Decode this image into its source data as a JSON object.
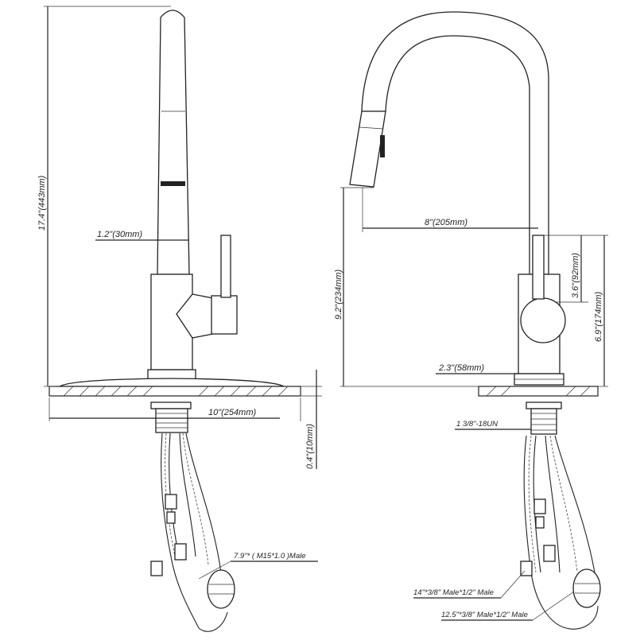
{
  "left_view": {
    "height_label": "17.4\"(443mm)",
    "spout_dia_label": "1.2\"(30mm)",
    "deck_width_label": "10\"(254mm)",
    "deck_thickness_label": "0.4\"(10mm)",
    "hose_label": "7.9\"* ( M15*1.0 )Male"
  },
  "right_view": {
    "reach_label": "8\"(205mm)",
    "spout_height_label": "9.2\"(234mm)",
    "handle_label": "3.6\"(92mm)",
    "body_height_label": "6.9\"(174mm)",
    "base_dia_label": "2.3\"(58mm)",
    "thread_label": "1  3/8\"-18UN",
    "hose1_label": "14\"*3/8\" Male*1/2\" Male",
    "hose2_label": "12.5\"*3/8\" Male*1/2\" Male"
  }
}
